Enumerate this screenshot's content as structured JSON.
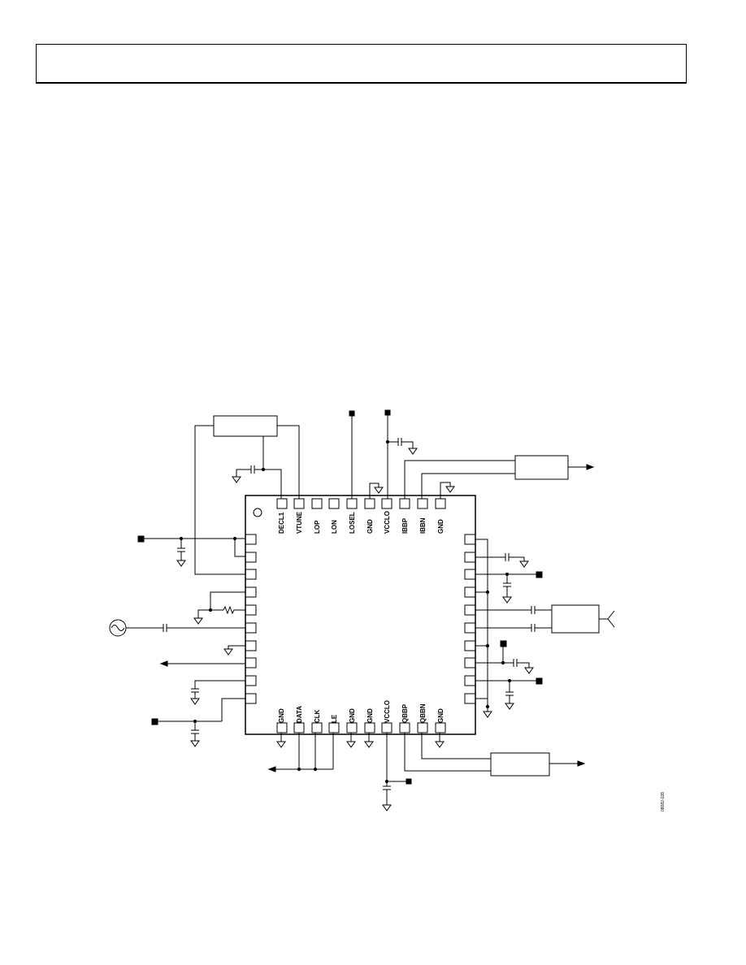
{
  "header": {
    "text": ""
  },
  "top_pins": [
    "DECL1",
    "VTUNE",
    "LOP",
    "LON",
    "LOSEL",
    "GND",
    "VCCLO",
    "IBBP",
    "IBBN",
    "GND"
  ],
  "bottom_pins": [
    "GND",
    "DATA",
    "CLK",
    "LE",
    "GND",
    "GND",
    "VCCLO",
    "QBBP",
    "QBBN",
    "GND"
  ],
  "figure_id": "08082-028"
}
